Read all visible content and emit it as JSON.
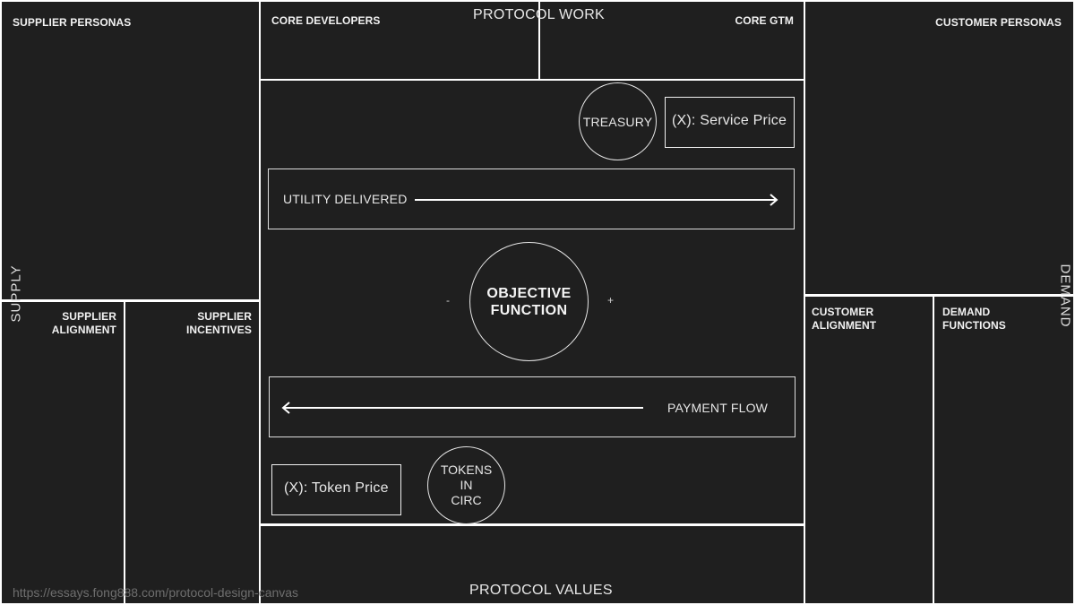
{
  "canvas": {
    "background": "#1f1f1f",
    "line_color": "#ffffff",
    "supply_axis_label": "SUPPLY",
    "demand_axis_label": "DEMAND",
    "source_url": "https://essays.fong888.com/protocol-design-canvas"
  },
  "supply": {
    "personas": "SUPPLIER PERSONAS",
    "alignment": "SUPPLIER\nALIGNMENT",
    "alignment_lines": [
      "SUPPLIER",
      "ALIGNMENT"
    ],
    "incentives_lines": [
      "SUPPLIER",
      "INCENTIVES"
    ]
  },
  "demand": {
    "personas": "CUSTOMER PERSONAS",
    "alignment_lines": [
      "CUSTOMER",
      "ALIGNMENT"
    ],
    "functions_lines": [
      "DEMAND",
      "FUNCTIONS"
    ]
  },
  "protocol_work": {
    "title": "PROTOCOL WORK",
    "core_developers": "CORE DEVELOPERS",
    "core_gtm": "CORE GTM"
  },
  "protocol_values": {
    "title": "PROTOCOL VALUES"
  },
  "center": {
    "treasury": "TREASURY",
    "service_price": "(X): Service Price",
    "utility_delivered": "UTILITY DELIVERED",
    "objective_lines": [
      "OBJECTIVE",
      "FUNCTION"
    ],
    "minus": "-",
    "plus": "+",
    "payment_flow": "PAYMENT FLOW",
    "token_price": "(X): Token Price",
    "tokens_lines": [
      "TOKENS",
      "IN",
      "CIRC"
    ]
  }
}
